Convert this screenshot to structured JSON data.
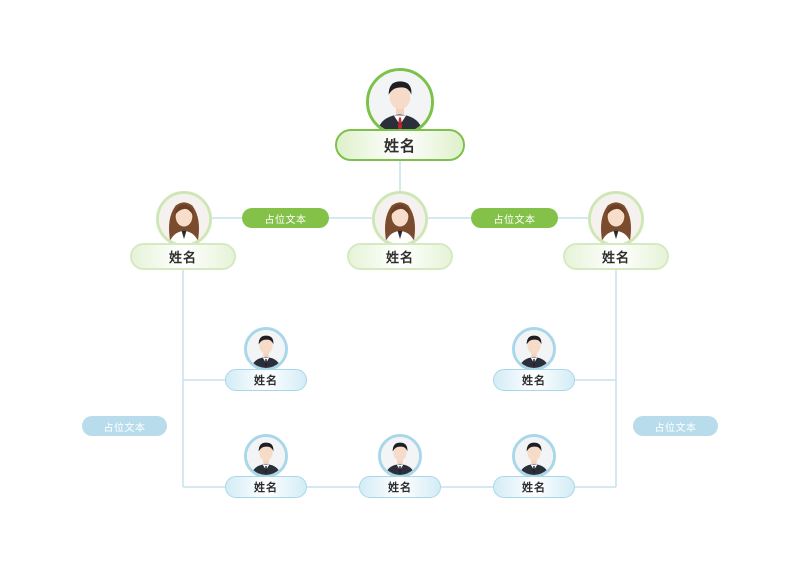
{
  "colors": {
    "green_accent": "#7cc24a",
    "green_soft": "#cfe7b6",
    "blue_accent": "#a9d7ea",
    "line": "#c9e1ee"
  },
  "top": {
    "name": "姓名",
    "avatar_icon": "male-avatar-icon"
  },
  "middle": [
    {
      "name": "姓名",
      "avatar_icon": "female-avatar-icon"
    },
    {
      "name": "姓名",
      "avatar_icon": "female-avatar-icon"
    },
    {
      "name": "姓名",
      "avatar_icon": "female-avatar-icon"
    }
  ],
  "middle_labels": [
    "占位文本",
    "占位文本"
  ],
  "left_group": [
    {
      "name": "姓名",
      "avatar_icon": "male-avatar-icon"
    },
    {
      "name": "姓名",
      "avatar_icon": "male-avatar-icon"
    }
  ],
  "right_group": [
    {
      "name": "姓名",
      "avatar_icon": "male-avatar-icon"
    },
    {
      "name": "姓名",
      "avatar_icon": "male-avatar-icon"
    }
  ],
  "bottom_center": {
    "name": "姓名",
    "avatar_icon": "male-avatar-icon"
  },
  "side_labels": [
    "占位文本",
    "占位文本"
  ]
}
